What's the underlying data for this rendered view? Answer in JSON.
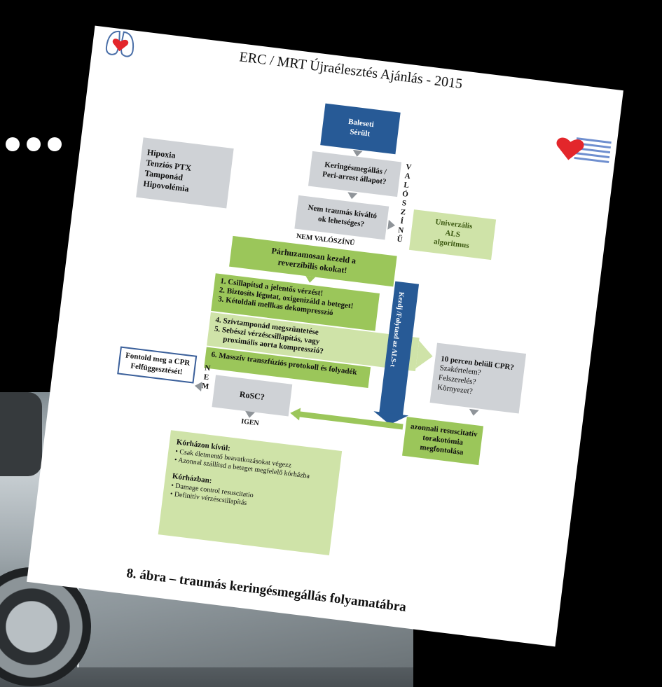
{
  "background": {
    "color": "#000000",
    "ellipsis_color": "#ffffff"
  },
  "document": {
    "title": "ERC / MRT Újraélesztés Ajánlás - 2015",
    "caption": "8. ábra – traumás keringésmegállás folyamatábra",
    "colors": {
      "blue": "#275a96",
      "gray": "#cfd2d6",
      "green": "#9bc65a",
      "light_green": "#cfe3a8",
      "heart": "#e3262b"
    }
  },
  "flow": {
    "start": [
      "Baleseti",
      "Sérült"
    ],
    "arrest": [
      "Keringésmegállás /",
      "Peri-arrest állapot?"
    ],
    "non_traumatic": [
      "Nem traumás kiváltó",
      "ok lehetséges?"
    ],
    "valoszinu_vertical": "VALÓSZÍNŰ",
    "universal_als": [
      "Univerzális",
      "ALS",
      "algoritmus"
    ],
    "causes": [
      "Hipoxia",
      "Tenziós PTX",
      "Tamponád",
      "Hipovolémia"
    ],
    "nem_valoszinu": "NEM VALÓSZÍNŰ",
    "parallel_treat": [
      "Párhuzamosan kezeld a",
      "reverzíbilis okokat!"
    ],
    "steps_a": [
      "1. Csillapítsd a jelentős vérzést!",
      "2. Biztosíts légutat, oxigenizáld a beteget!",
      "3. Kétoldali mellkas dekompresszió"
    ],
    "steps_b": [
      "4. Szívtamponád megszüntetése",
      "5. Sebészi vérzéscsillapítás, vagy",
      "proximális aorta kompresszió?"
    ],
    "step_6": "6. Masszív transzfúziós protokoll és folyadék",
    "als_continue": [
      "Kezdj /",
      "Folytasd az ALS-t"
    ],
    "ten_min": [
      "10 percen belüli CPR?",
      "Szakértelem?",
      "Felszerelés?",
      "Környezet?"
    ],
    "consider_stop": [
      "Fontold meg a CPR",
      "Felfüggesztését!"
    ],
    "nem_vertical": "NEM",
    "rosc": "RoSC?",
    "igen": "IGEN",
    "thoracotomy": [
      "azonnali resuscitatív",
      "torakotómia",
      "megfontolása"
    ],
    "outcome": {
      "prehospital_heading": "Kórházon kívül:",
      "prehospital_items": [
        "Csak életmentő beavatkozásokat végezz",
        "Azonnal szállítsd a beteget megfelelő kórházba"
      ],
      "hospital_heading": "Kórházban:",
      "hospital_items": [
        "Damage control resuscitatio",
        "Definitív vérzéscsillapítás"
      ]
    }
  }
}
